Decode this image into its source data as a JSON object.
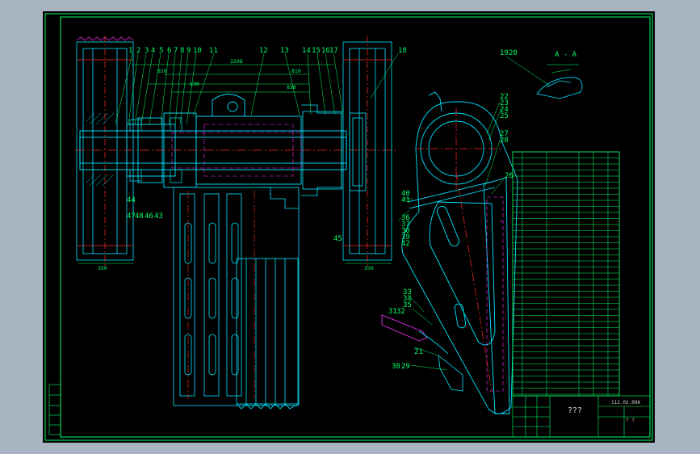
{
  "drawing": {
    "part_labels": [
      "1",
      "2",
      "3",
      "4",
      "5",
      "6",
      "7",
      "8",
      "9",
      "10",
      "11",
      "12",
      "13",
      "14",
      "15",
      "16",
      "17",
      "18",
      "19",
      "20",
      "21",
      "22",
      "23",
      "24",
      "25",
      "26",
      "27",
      "28",
      "29",
      "30",
      "31",
      "32",
      "33",
      "34",
      "35",
      "36",
      "37",
      "38",
      "39",
      "40",
      "41",
      "42",
      "43",
      "44",
      "45",
      "46",
      "47",
      "48"
    ],
    "section_label": "A - A",
    "dimensions": {
      "d1": "2208",
      "d2": "810",
      "d3": "830",
      "d4": "810",
      "d5": "830",
      "d6": "350",
      "d7": "350"
    },
    "bom_title": "???",
    "drawing_number": "112.02.00A",
    "sheet_note": "? ?"
  },
  "colors": {
    "background": "#000000",
    "frame": "#00ff66",
    "outline": "#00e5ff",
    "centerline": "#ff2a2a",
    "hidden": "#ff33ff",
    "dimension": "#00ff66",
    "table": "#00ff66",
    "canvas": "#a8b4c2"
  }
}
